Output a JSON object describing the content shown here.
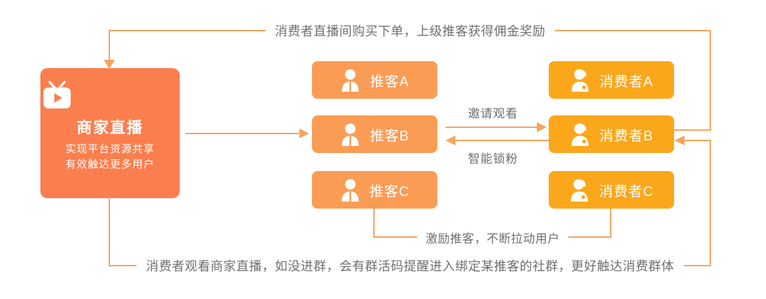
{
  "colors": {
    "main_box": "#FB7E4E",
    "promoter_box": "#FB9C55",
    "consumer_box": "#FBA71B",
    "line": "#F6A35C",
    "label_text": "#6F6F6F"
  },
  "merchant": {
    "title": "商家直播",
    "subtitle_line1": "实现平台资源共享",
    "subtitle_line2": "有效触达更多用户",
    "icon": "live-tv-icon"
  },
  "promoter_nodes": [
    {
      "label": "推客A",
      "icon": "promoter-person-icon"
    },
    {
      "label": "推客B",
      "icon": "promoter-person-icon"
    },
    {
      "label": "推客C",
      "icon": "promoter-person-icon"
    }
  ],
  "consumer_nodes": [
    {
      "label": "消费者A",
      "icon": "consumer-person-icon"
    },
    {
      "label": "消费者B",
      "icon": "consumer-person-icon"
    },
    {
      "label": "消费者C",
      "icon": "consumer-person-icon"
    }
  ],
  "flows": {
    "top": "消费者直播间购买下单，上级推客获得佣金奖励",
    "bottom": "消费者观看商家直播，如没进群，会有群活码提醒进入绑定某推客的社群，更好触达消费群体",
    "incentive": "激励推客，不断拉动用户",
    "invite": "邀请观看",
    "lock": "智能锁粉"
  }
}
